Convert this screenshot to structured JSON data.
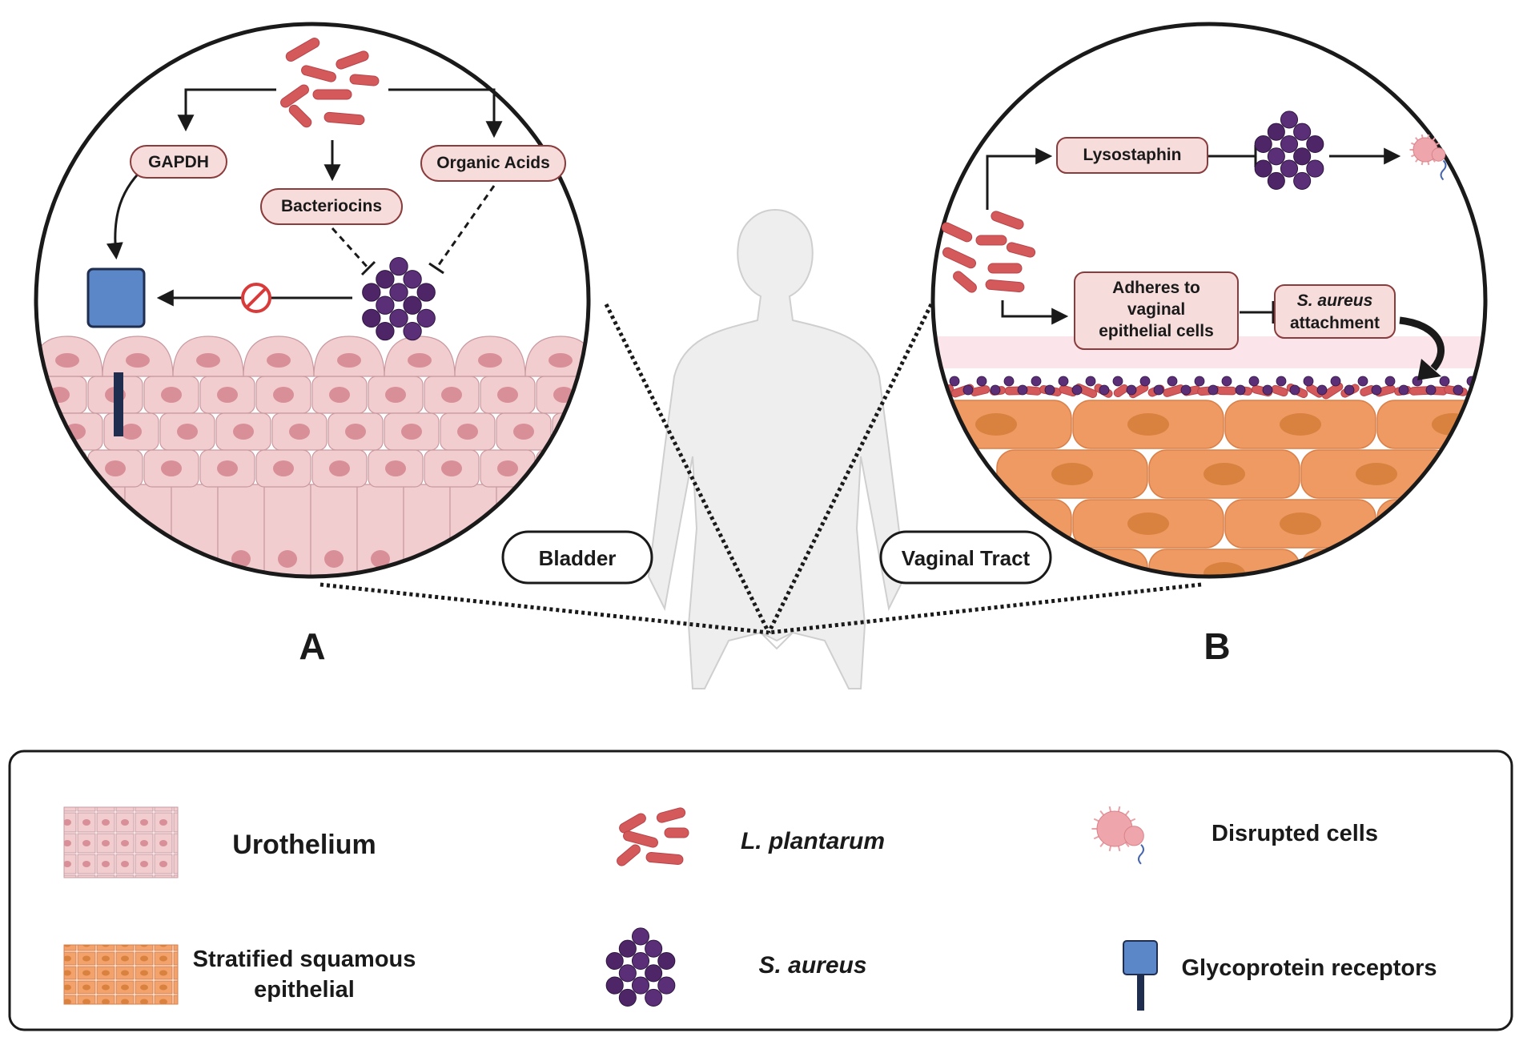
{
  "panel_a": {
    "letter": "A",
    "region_label": "Bladder",
    "gapdh": "GAPDH",
    "bacteriocins": "Bacteriocins",
    "organic_acids": "Organic Acids"
  },
  "panel_b": {
    "letter": "B",
    "region_label": "Vaginal Tract",
    "lysostaphin": "Lysostaphin",
    "adheres_lines": [
      "Adheres to",
      "vaginal",
      "epithelial cells"
    ],
    "attachment_lines": [
      "S. aureus",
      "attachment"
    ]
  },
  "legend": {
    "urothelium": "Urothelium",
    "stratified_lines": [
      "Stratified squamous",
      "epithelial"
    ],
    "l_plantarum": "L. plantarum",
    "s_aureus": "S. aureus",
    "disrupted": "Disrupted cells",
    "glycoprotein": "Glycoprotein receptors"
  },
  "colors": {
    "rod": "#d4595a",
    "coccus": "#5b2f78",
    "urothelium": "#f2cdd0",
    "squamous": "#ee9a62",
    "receptor": "#5b86c8",
    "label_fill": "#f7dcdc",
    "inhibit": "#d93a3a"
  }
}
